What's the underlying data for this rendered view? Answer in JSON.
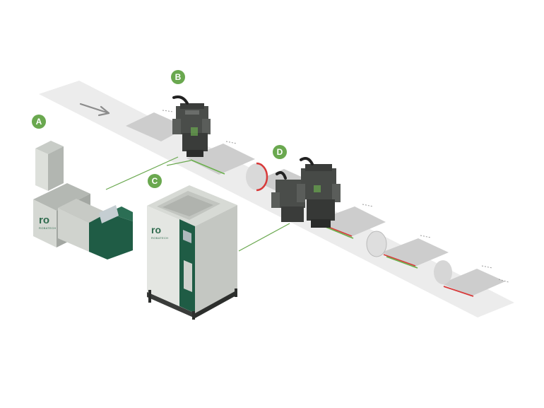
{
  "colors": {
    "accent": "#6aa84f",
    "machine_green": "#1f5c45",
    "belt": "#e9e9e9",
    "sheet": "#cfcfcf",
    "adhesive_red": "#d83a3a",
    "adhesive_green": "#6ab04c"
  },
  "labels": {
    "a": "A",
    "b": "B",
    "c": "C",
    "d": "D"
  },
  "branding": {
    "logo_mark": "ro",
    "brand_name": "ROBATECH"
  },
  "icons": {
    "direction": "arrow-right-icon"
  }
}
